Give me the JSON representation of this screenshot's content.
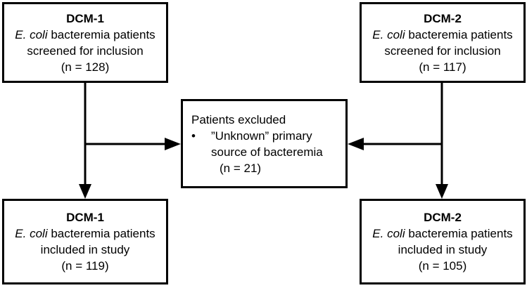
{
  "left_top": {
    "title": "DCM-1",
    "line1_italic": "E. coli",
    "line1_rest": " bacteremia patients",
    "line2": "screened for inclusion",
    "count": "(n = 128)"
  },
  "right_top": {
    "title": "DCM-2",
    "line1_italic": "E. coli",
    "line1_rest": " bacteremia patients",
    "line2": "screened for inclusion",
    "count": "(n = 117)"
  },
  "excluded": {
    "heading": "Patients excluded",
    "bullet": "•",
    "item_line1": "”Unknown” primary",
    "item_line2": "source of bacteremia",
    "count": "(n = 21)"
  },
  "left_bottom": {
    "title": "DCM-1",
    "line1_italic": "E. coli",
    "line1_rest": " bacteremia patients",
    "line2": "included in study",
    "count": "(n = 119)"
  },
  "right_bottom": {
    "title": "DCM-2",
    "line1_italic": "E. coli",
    "line1_rest": " bacteremia patients",
    "line2": "included in study",
    "count": "(n = 105)"
  }
}
